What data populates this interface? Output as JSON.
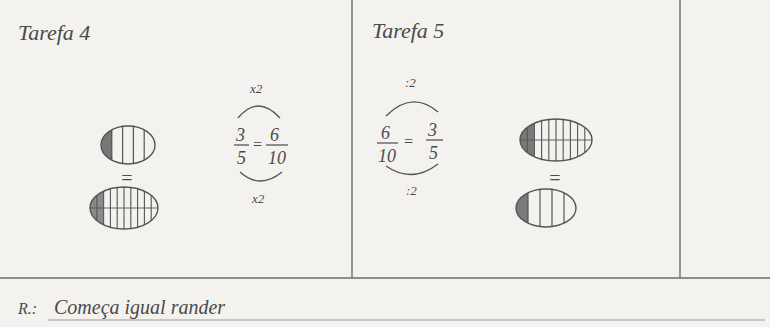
{
  "diagram": {
    "labels": [
      "Tarefa 4",
      "=",
      "3",
      "5",
      "=",
      "6",
      "10",
      "x2",
      "x2",
      "Tarefa 5",
      ":2",
      "6",
      "10",
      "=",
      "3",
      "5",
      ":2",
      "=",
      "R.:",
      "Começa igual rander"
    ]
  }
}
